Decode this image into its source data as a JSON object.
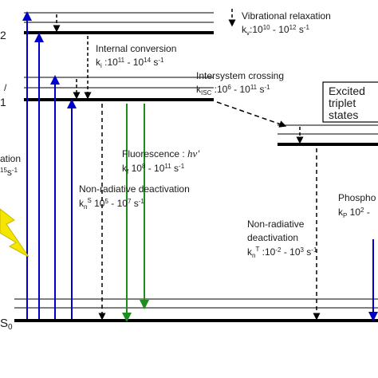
{
  "states": {
    "s2": "2",
    "t1": "1",
    "s0_main": "S",
    "s0_sub": "0",
    "triplet_box": [
      "Excited",
      "triplet",
      "states"
    ]
  },
  "labels": {
    "excitation_1": "ation",
    "excitation_2_a": "15",
    "excitation_2_b": "s",
    "excitation_2_c": "-1",
    "vibrational_relaxation": "Vibrational relaxation",
    "kv_k": "k",
    "kv_sub": "v",
    "kv_rate": ":10",
    "kv_e1": "10",
    "kv_mid": " - 10",
    "kv_e2": "12",
    "kv_unit": " s",
    "kv_unit_e": "-1",
    "internal_conversion": "Internal  conversion",
    "ki_k": "k",
    "ki_sub": "i",
    "ki_rate": " :10",
    "ki_e1": "11",
    "ki_mid": " - 10",
    "ki_e2": "14",
    "ki_unit": "  s",
    "ki_unit_e": "-1",
    "intersystem_crossing": "Intersystem crossing",
    "kisc_k": "k",
    "kisc_sub": "ISC",
    "kisc_rate": " :10",
    "kisc_e1": "6",
    "kisc_mid": " - 10",
    "kisc_e2": "11",
    "kisc_unit": " s",
    "kisc_unit_e": "-1",
    "fluorescence": "Fluorescence : ",
    "fluorescence_hv": "hν'",
    "kf_k": "k",
    "kf_sub": "f",
    "kf_rate": "  10",
    "kf_e1": "8",
    "kf_mid": " - 10",
    "kf_e2": "11",
    "kf_unit": " s",
    "kf_unit_e": "-1",
    "nonrad_singlet": "Non-radiative deactivation",
    "kns_k": "k",
    "kns_sub": "n",
    "kns_sup": "S",
    "kns_rate": "  10",
    "kns_e1": "5",
    "kns_mid": " - 10",
    "kns_e2": "7",
    "kns_unit": " s",
    "kns_unit_e": "-1",
    "nonrad_triplet_1": "Non-radiative",
    "nonrad_triplet_2": "deactivation",
    "knt_k": "k",
    "knt_sub": "n",
    "knt_sup": "T",
    "knt_rate": " :10",
    "knt_e1": "-2",
    "knt_mid": " - 10",
    "knt_e2": "3",
    "knt_unit": " s",
    "knt_unit_e": "-1",
    "phospho": "Phospho",
    "kp_k": "k",
    "kp_sub": "P",
    "kp_rate": "  10",
    "kp_e1": "2",
    "kp_mid": " -"
  },
  "colors": {
    "absorption": "#0000c8",
    "fluorescence": "#1e8c1e",
    "lightning": "#f5e600",
    "levels": "#000000"
  }
}
